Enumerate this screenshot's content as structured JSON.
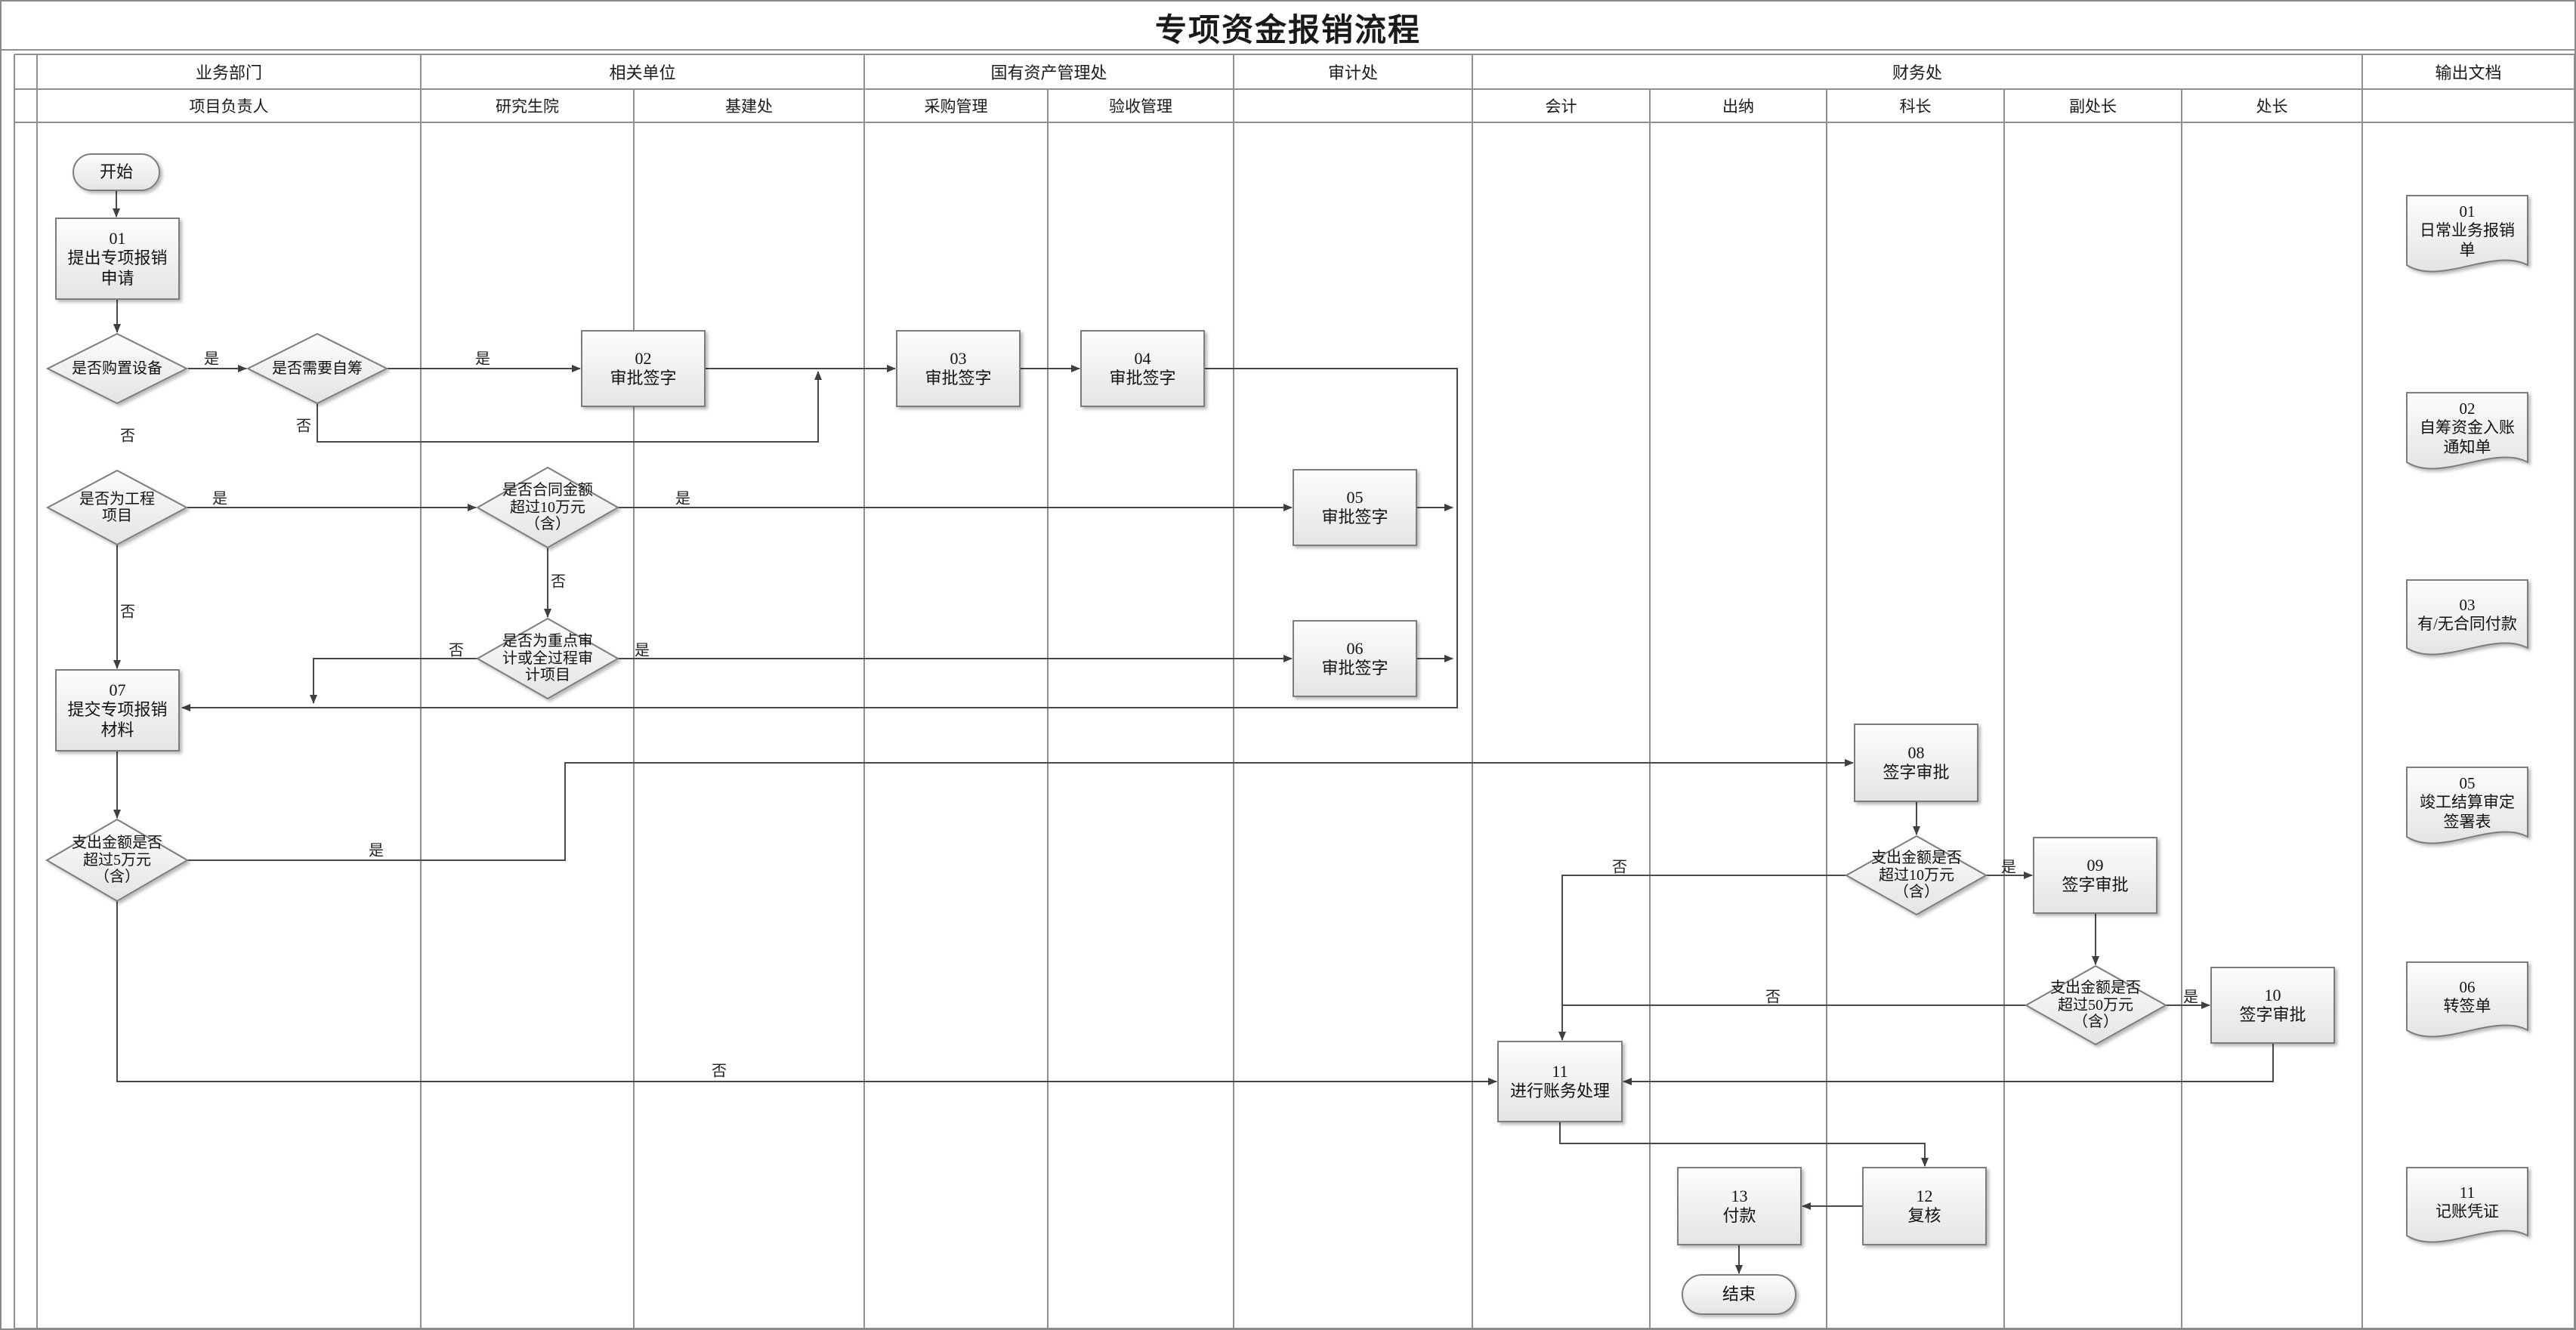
{
  "title": "专项资金报销流程",
  "labels": {
    "yes": "是",
    "no": "否"
  },
  "lanes": {
    "l1": {
      "label": "业务部门",
      "sub1": "项目负责人"
    },
    "l2": {
      "label": "相关单位",
      "sub1": "研究生院",
      "sub2": "基建处"
    },
    "l3": {
      "label": "国有资产管理处",
      "sub1": "采购管理",
      "sub2": "验收管理"
    },
    "l4": {
      "label": "审计处"
    },
    "l5": {
      "label": "财务处",
      "sub1": "会计",
      "sub2": "出纳",
      "sub3": "科长",
      "sub4": "副处长",
      "sub5": "处长"
    },
    "l6": {
      "label": "输出文档"
    }
  },
  "nodes": {
    "start": "开始",
    "n01": "01\n提出专项报销\n申请",
    "d_purchase": "是否购置设备",
    "d_selffund": "是否需要自筹",
    "n02": "02\n审批签字",
    "n03": "03\n审批签字",
    "n04": "04\n审批签字",
    "d_project": "是否为工程\n项目",
    "d_contract": "是否合同金额\n超过10万元\n（含）",
    "n05": "05\n审批签字",
    "d_audit": "是否为重点审\n计或全过程审\n计项目",
    "n06": "06\n审批签字",
    "n07": "07\n提交专项报销\n材料",
    "d_5w": "支出金额是否\n超过5万元\n（含）",
    "n08": "08\n签字审批",
    "d_10w": "支出金额是否\n超过10万元\n（含）",
    "n09": "09\n签字审批",
    "d_50w": "支出金额是否\n超过50万元\n（含）",
    "n10": "10\n签字审批",
    "n11": "11\n进行账务处理",
    "n12": "12\n复核",
    "n13": "13\n付款",
    "end": "结束"
  },
  "docs": {
    "doc01": "01\n日常业务报销\n单",
    "doc02": "02\n自筹资金入账\n通知单",
    "doc03": "03\n有/无合同付款",
    "doc05": "05\n竣工结算审定\n签署表",
    "doc06": "06\n转签单",
    "doc11": "11\n记账凭证"
  }
}
